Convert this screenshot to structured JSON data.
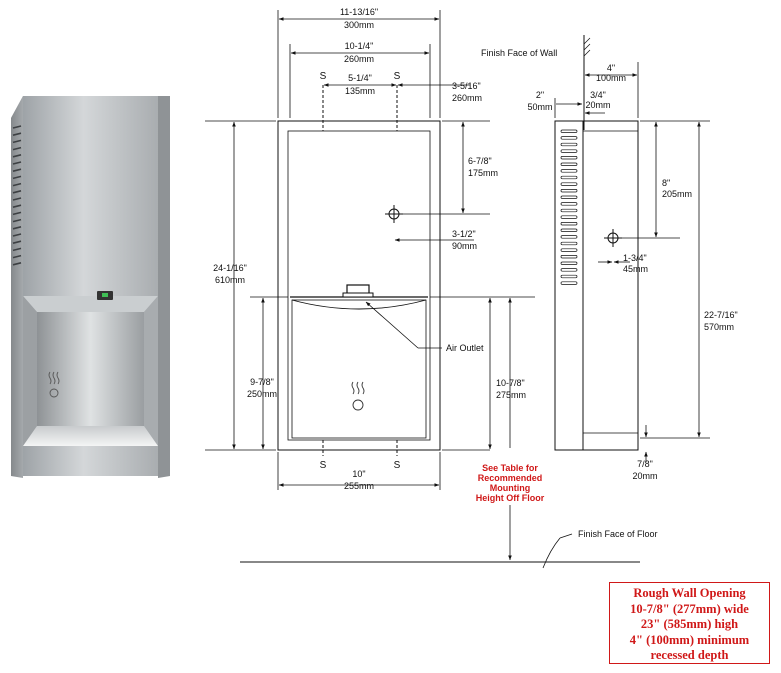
{
  "front": {
    "overall_width": [
      "11-13/16\"",
      "300mm"
    ],
    "inner_width": [
      "10-1/4\"",
      "260mm"
    ],
    "stud_top": [
      "5-1/4\"",
      "135mm"
    ],
    "right_offset": [
      "3-5/16\"",
      "260mm"
    ],
    "height_total": [
      "24-1/16\"",
      "610mm"
    ],
    "top_to_hole": [
      "6-7/8\"",
      "175mm"
    ],
    "hole_to_right": [
      "3-1/2\"",
      "90mm"
    ],
    "lower_height": [
      "9-7/8\"",
      "250mm"
    ],
    "outlet_to_bottom": [
      "10-7/8\"",
      "275mm"
    ],
    "stud_bottom": [
      "10\"",
      "255mm"
    ],
    "stud_marker": "S",
    "air_outlet": "Air Outlet",
    "see_table": [
      "See Table for",
      "Recommended",
      "Mounting",
      "Height Off Floor"
    ]
  },
  "side": {
    "finish_wall": "Finish Face of Wall",
    "depth": [
      "4\"",
      "100mm"
    ],
    "flange": [
      "2\"",
      "50mm"
    ],
    "recess_lip": [
      "3/4\"",
      "20mm"
    ],
    "top_to_hole": [
      "8\"",
      "205mm"
    ],
    "hole_offset": [
      "1-3/4\"",
      "45mm"
    ],
    "body_height": [
      "22-7/16\"",
      "570mm"
    ],
    "bottom_lip": [
      "7/8\"",
      "20mm"
    ]
  },
  "floor": {
    "finish_floor": "Finish Face of Floor"
  },
  "rough_opening": {
    "title": "Rough Wall Opening",
    "width": "10-7/8\" (277mm) wide",
    "height": "23\" (585mm) high",
    "depth": "4\" (100mm) minimum",
    "depth2": "recessed depth"
  },
  "colors": {
    "note_red": "#d01818",
    "line": "#111111",
    "steel": "#b9bdc0"
  }
}
